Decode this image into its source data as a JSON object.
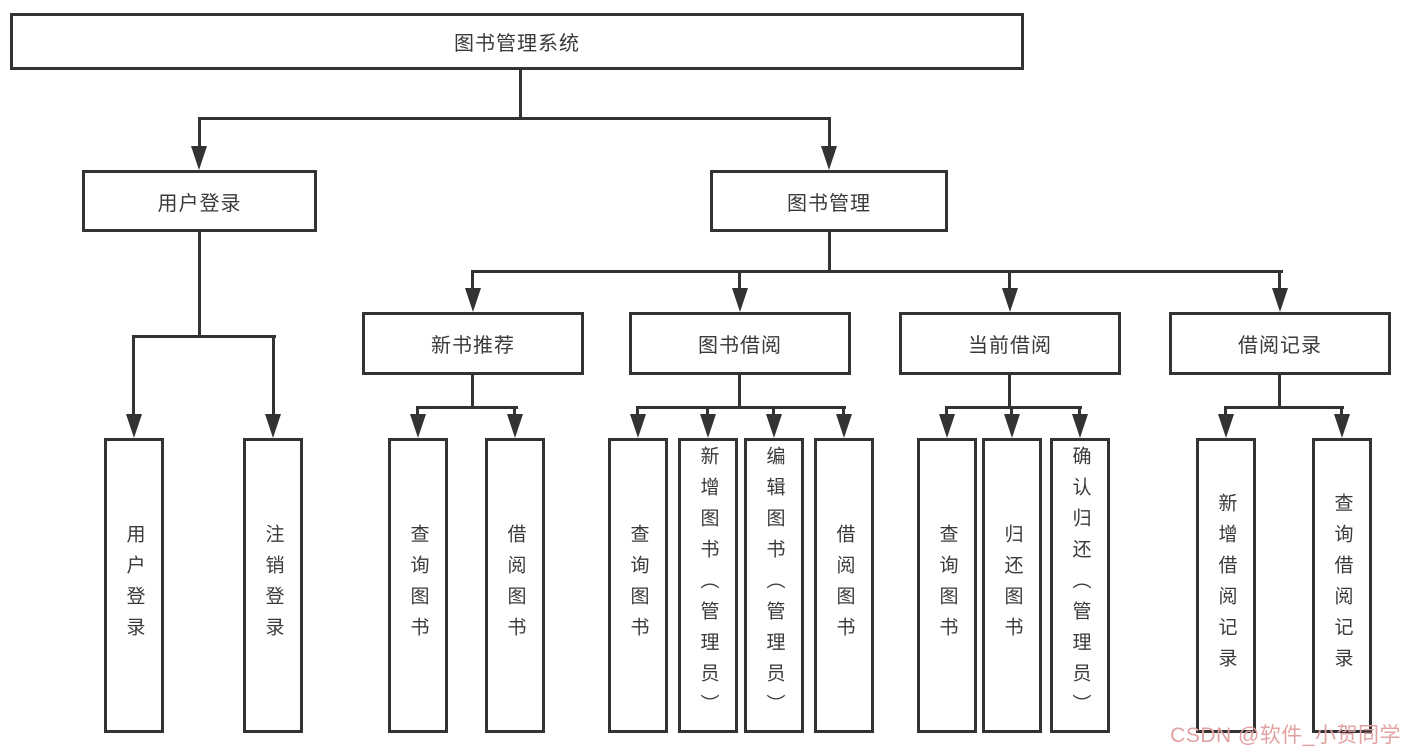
{
  "diagram": {
    "type": "hierarchy-tree",
    "nodes": {
      "root": "图书管理系统",
      "level2": [
        "用户登录",
        "图书管理"
      ],
      "level3": [
        "新书推荐",
        "图书借阅",
        "当前借阅",
        "借阅记录"
      ],
      "level4": [
        "用户登录",
        "注销登录",
        "查询图书",
        "借阅图书",
        "查询图书",
        "新增图书（管理员）",
        "编辑图书（管理员）",
        "借阅图书",
        "查询图书",
        "归还图书",
        "确认归还（管理员）",
        "新增借阅记录",
        "查询借阅记录"
      ]
    },
    "structure": {
      "图书管理系统": [
        "用户登录",
        "图书管理"
      ],
      "用户登录": [
        "用户登录",
        "注销登录"
      ],
      "图书管理": [
        "新书推荐",
        "图书借阅",
        "当前借阅",
        "借阅记录"
      ],
      "新书推荐": [
        "查询图书",
        "借阅图书"
      ],
      "图书借阅": [
        "查询图书",
        "新增图书（管理员）",
        "编辑图书（管理员）",
        "借阅图书"
      ],
      "当前借阅": [
        "查询图书",
        "归还图书",
        "确认归还（管理员）"
      ],
      "借阅记录": [
        "新增借阅记录",
        "查询借阅记录"
      ]
    },
    "colors": {
      "line": "#333333",
      "text": "#3a3a3a",
      "background": "#ffffff",
      "watermark": "#e2a2a2"
    },
    "watermark": "CSDN @软件_小贺同学"
  }
}
